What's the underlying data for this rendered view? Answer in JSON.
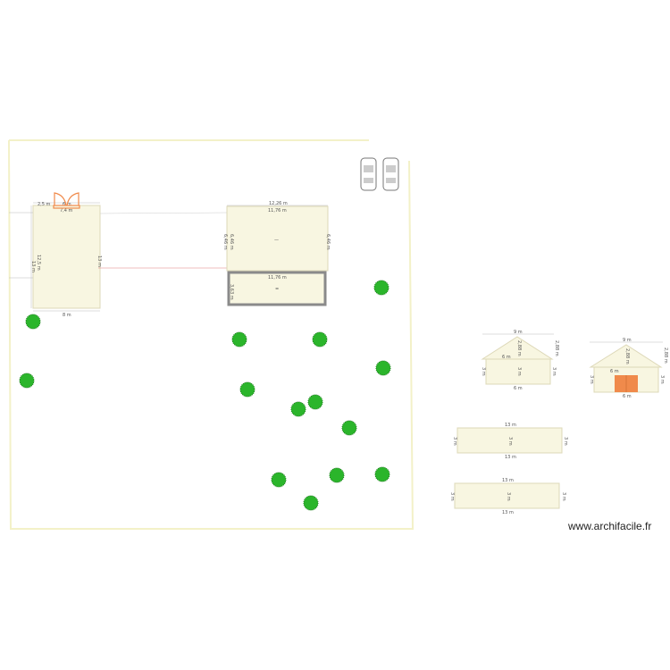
{
  "watermark": "www.archifacile.fr",
  "colors": {
    "room": "#f8f6e1",
    "boundary": "#f3f1c8",
    "tree": "#2bb52b",
    "door": "#f08a4b",
    "wall": "#888888",
    "link_line": "#e07a7a"
  },
  "plan": {
    "left_building": {
      "top_outer": "2,5 m",
      "top_door": "6 m",
      "top_inner": "7,4 m",
      "left_outer": "13 m",
      "left_inner": "12,5 m",
      "right": "13 m",
      "bottom": "8 m"
    },
    "right_building": {
      "top_outer": "12,26 m",
      "top_inner": "11,76 m",
      "left_outer": "6,46 m",
      "left_inner": "6,46 m",
      "right": "6,46 m",
      "center": "—"
    },
    "annex": {
      "top": "11,76 m",
      "left": "3,63 m",
      "center": "="
    }
  },
  "elevations": {
    "gable1": {
      "width_top": "9 m",
      "roof_height": "2,88 m",
      "roof_side": "2,88 m",
      "eave": "6 m",
      "left": "3 m",
      "center": "3 m",
      "right": "3 m",
      "bottom": "6 m"
    },
    "gable2": {
      "width_top": "9 m",
      "roof_height": "2,88 m",
      "roof_side": "2,88 m",
      "eave": "6 m",
      "left": "3 m",
      "right": "3 m",
      "bottom": "6 m"
    },
    "long1": {
      "top": "13 m",
      "bottom": "13 m",
      "left": "3 m",
      "center": "3 m",
      "right": "3 m"
    },
    "long2": {
      "top": "13 m",
      "bottom": "13 m",
      "left": "3 m",
      "center": "3 m",
      "right": "3 m"
    }
  },
  "icons": [
    "tree-icon",
    "car-icon",
    "double-door-icon"
  ]
}
